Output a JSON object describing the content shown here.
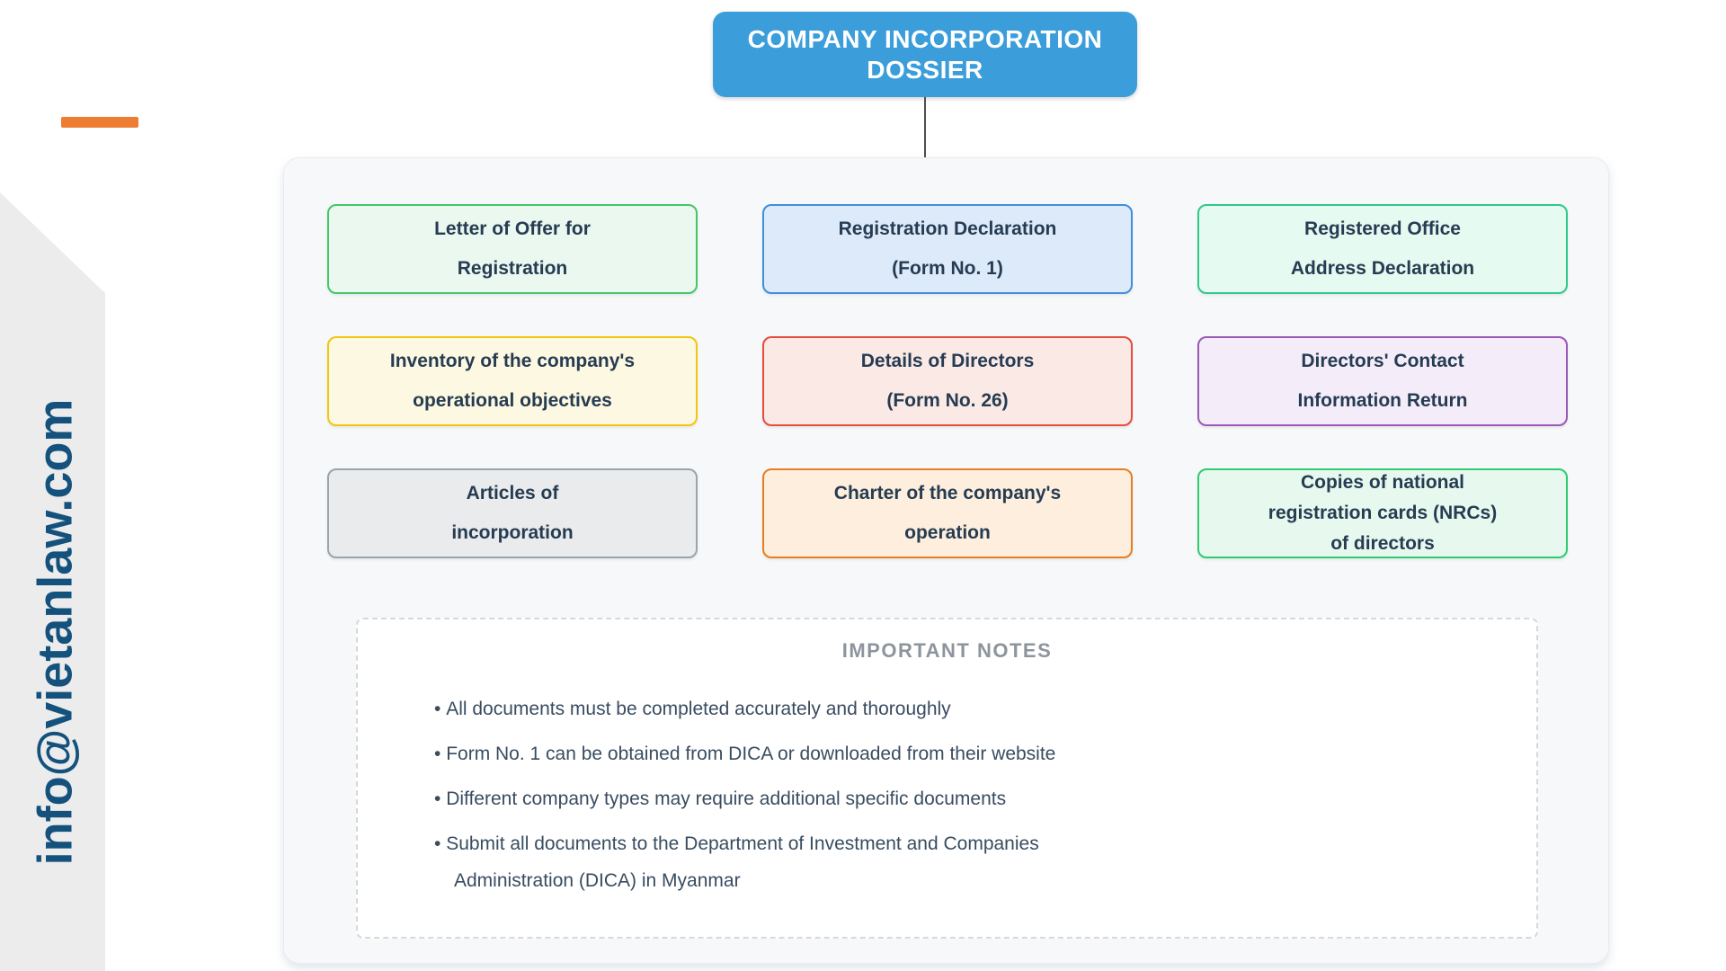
{
  "brand": {
    "email": "info@vietanlaw.com",
    "email_color": "#14527D",
    "accent_orange": "#ED7D31"
  },
  "header": {
    "title_lines": [
      "COMPANY INCORPORATION",
      "DOSSIER"
    ],
    "bg_color": "#3B9EDB"
  },
  "documents": [
    {
      "lines": [
        "Letter of Offer for",
        "Registration"
      ],
      "border": "#44C669",
      "fill": "#EAF8EF"
    },
    {
      "lines": [
        "Registration Declaration",
        "(Form No. 1)"
      ],
      "border": "#3F8FDB",
      "fill": "#DDEAFA"
    },
    {
      "lines": [
        "Registered Office",
        "Address Declaration"
      ],
      "border": "#2FC98C",
      "fill": "#E5FAF0"
    },
    {
      "lines": [
        "Inventory of the company's",
        "operational objectives"
      ],
      "border": "#F2C511",
      "fill": "#FDF8E1"
    },
    {
      "lines": [
        "Details of Directors",
        "(Form No. 26)"
      ],
      "border": "#E74C3C",
      "fill": "#FBE9E5"
    },
    {
      "lines": [
        "Directors' Contact",
        "Information Return"
      ],
      "border": "#9B59B6",
      "fill": "#F4ECF9"
    },
    {
      "lines": [
        "Articles of",
        "incorporation"
      ],
      "border": "#9AA4AA",
      "fill": "#E9EBEC"
    },
    {
      "lines": [
        "Charter of the company's",
        "operation"
      ],
      "border": "#E67E22",
      "fill": "#FDEEDD"
    },
    {
      "lines": [
        "Copies of national",
        "registration cards (NRCs)",
        "of directors"
      ],
      "border": "#2ECC71",
      "fill": "#E7F9EE"
    }
  ],
  "notes": {
    "title": "IMPORTANT NOTES",
    "items": [
      {
        "text": "All documents must be completed accurately and thoroughly"
      },
      {
        "text": "Form No. 1 can be obtained from DICA or downloaded from their website"
      },
      {
        "text": "Different company types may require additional specific documents"
      },
      {
        "text": "Submit all documents to the Department of Investment and Companies",
        "text2": "Administration (DICA) in Myanmar"
      }
    ]
  }
}
